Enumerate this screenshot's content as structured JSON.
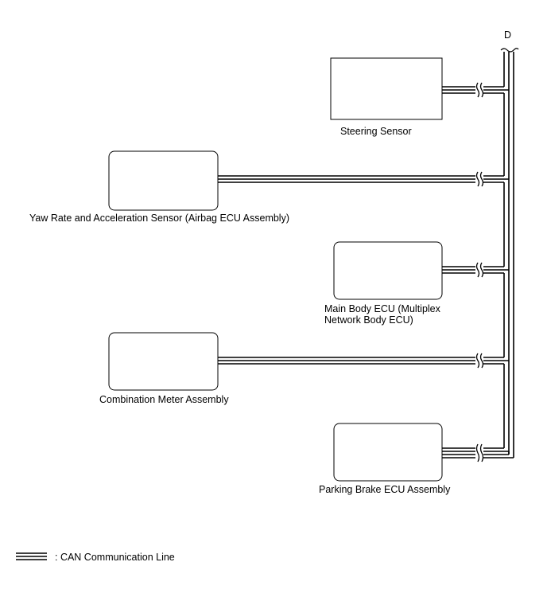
{
  "bus": {
    "label": "D"
  },
  "nodes": [
    {
      "id": "steering",
      "label": "Steering Sensor",
      "shape": "square-corners"
    },
    {
      "id": "yaw",
      "label": "Yaw Rate and Acceleration Sensor (Airbag ECU Assembly)",
      "shape": "rounded"
    },
    {
      "id": "main-body",
      "label": "Main Body ECU (Multiplex Network Body ECU)",
      "shape": "rounded"
    },
    {
      "id": "combination-meter",
      "label": "Combination Meter Assembly",
      "shape": "rounded"
    },
    {
      "id": "parking-brake",
      "label": "Parking Brake ECU Assembly",
      "shape": "rounded"
    }
  ],
  "legend": {
    "label": ": CAN Communication Line",
    "line_type": "CAN"
  },
  "colors": {
    "line": "#000000",
    "background": "#ffffff"
  }
}
